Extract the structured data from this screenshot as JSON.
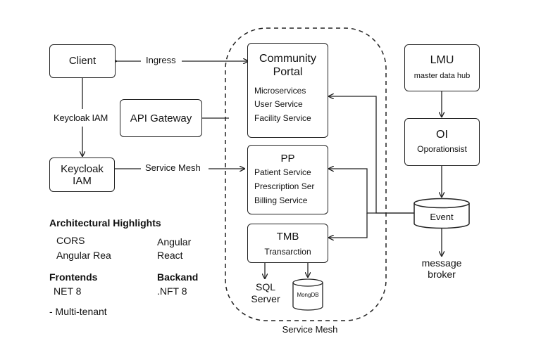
{
  "client": {
    "label": "Client"
  },
  "edges": {
    "ingress": "Ingress",
    "keycloak_iam": "Keycloak IAM",
    "service_mesh": "Service Mesh"
  },
  "api_gateway": {
    "label": "API Gateway"
  },
  "keycloak": {
    "line1": "Keycloak",
    "line2": "IAM"
  },
  "service_mesh_boundary": {
    "label": "Service Mesh"
  },
  "community_portal": {
    "title_line1": "Community",
    "title_line2": "Portal",
    "items": [
      "Microservices",
      "User Service",
      "Facility Service"
    ]
  },
  "pp": {
    "title": "PP",
    "items": [
      "Patient Service",
      "Prescription Ser",
      "Billing Service"
    ]
  },
  "tmb": {
    "title": "TMB",
    "subtitle": "Transarction"
  },
  "datastores": {
    "sql_line1": "SQL",
    "sql_line2": "Server",
    "mongo": "MongDB"
  },
  "lmu": {
    "title": "LMU",
    "subtitle": "master data hub"
  },
  "oi": {
    "title": "OI",
    "subtitle": "Oporationsist"
  },
  "event": {
    "label": "Event",
    "broker_line1": "message",
    "broker_line2": "broker"
  },
  "highlights": {
    "heading": "Architectural Highlights",
    "left_col": [
      "CORS",
      "Angular Rea"
    ],
    "right_col": [
      "Angular",
      "React"
    ],
    "frontends_label": "Frontends",
    "frontends_value": "NET 8",
    "backend_label": "Backand",
    "backend_value": ".NFT 8",
    "note": "- Multi-tenant"
  },
  "colors": {
    "stroke": "#222222",
    "text": "#111111",
    "background": "#ffffff"
  }
}
